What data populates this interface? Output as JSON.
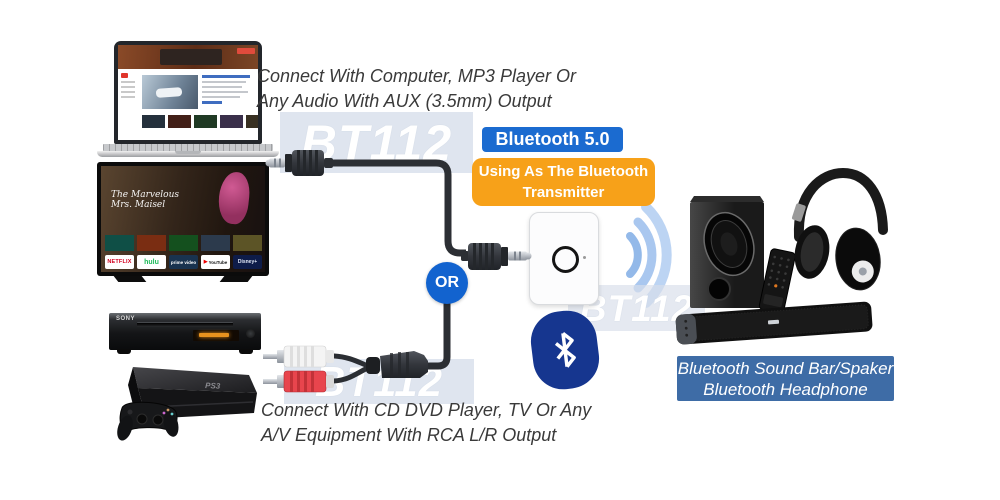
{
  "product": {
    "model": "BT112"
  },
  "captions": {
    "aux": {
      "line1": "Connect With Computer, MP3 Player Or",
      "line2": "Any Audio With AUX (3.5mm) Output"
    },
    "rca": {
      "line1": "Connect With CD DVD Player, TV Or Any",
      "line2": "A/V Equipment With RCA L/R Output"
    }
  },
  "badges": {
    "bluetooth_version": "Bluetooth 5.0",
    "mode": {
      "line1": "Using As The Bluetooth",
      "line2": "Transmitter"
    },
    "or": "OR"
  },
  "output_label": {
    "line1": "Bluetooth Sound Bar/Spaker",
    "line2": "Bluetooth Headphone"
  },
  "tv": {
    "show_title": "The Marvelous Mrs. Maisel",
    "apps": [
      {
        "label": "NETFLIX"
      },
      {
        "label": "hulu"
      },
      {
        "label": "prime video"
      },
      {
        "label": "YouTube"
      },
      {
        "label": "Disney+"
      }
    ]
  },
  "dvd": {
    "brand": "SONY"
  },
  "console": {
    "logo": "PS3"
  },
  "icons": {
    "play": "▶",
    "bluetooth": "bluetooth-rune",
    "wireless": "signal-arcs"
  },
  "colors": {
    "badge_blue": "#1B6BD0",
    "badge_orange": "#F7A119",
    "or_blue": "#1263CF",
    "bluetooth_logo_navy": "#16368F",
    "output_label_blue": "#3E6CA6",
    "watermark_band": "#D8DFEB",
    "wave_blue": "#A9C9EE",
    "rca_red": "#E8454D",
    "rca_white": "#F4F4F4"
  }
}
